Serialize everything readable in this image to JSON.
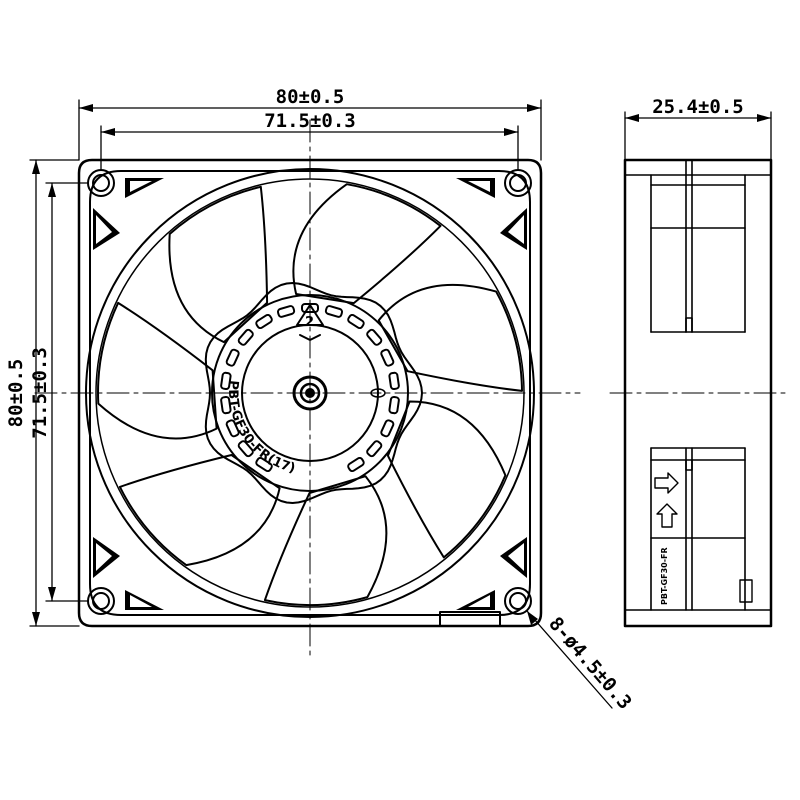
{
  "dimensions": {
    "outer_width": "80±0.5",
    "hole_spacing_width": "71.5±0.3",
    "outer_height": "80±0.5",
    "hole_spacing_height": "71.5±0.3",
    "depth": "25.4±0.5",
    "mounting_holes": "8-ø4.5±0.3"
  },
  "hub_label": "PBT-GF30-FR(17)",
  "side_label": "PBT-GF30-FR",
  "blade_count": 7,
  "colors": {
    "line": "#000000",
    "background": "#ffffff"
  }
}
